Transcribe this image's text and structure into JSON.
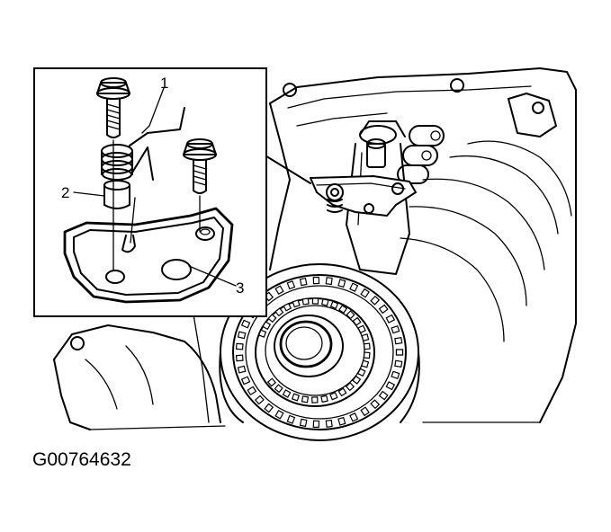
{
  "diagram": {
    "callouts": [
      {
        "id": "1",
        "label": "1"
      },
      {
        "id": "2",
        "label": "2"
      },
      {
        "id": "3",
        "label": "3"
      }
    ],
    "figure_code": "G00764632"
  }
}
